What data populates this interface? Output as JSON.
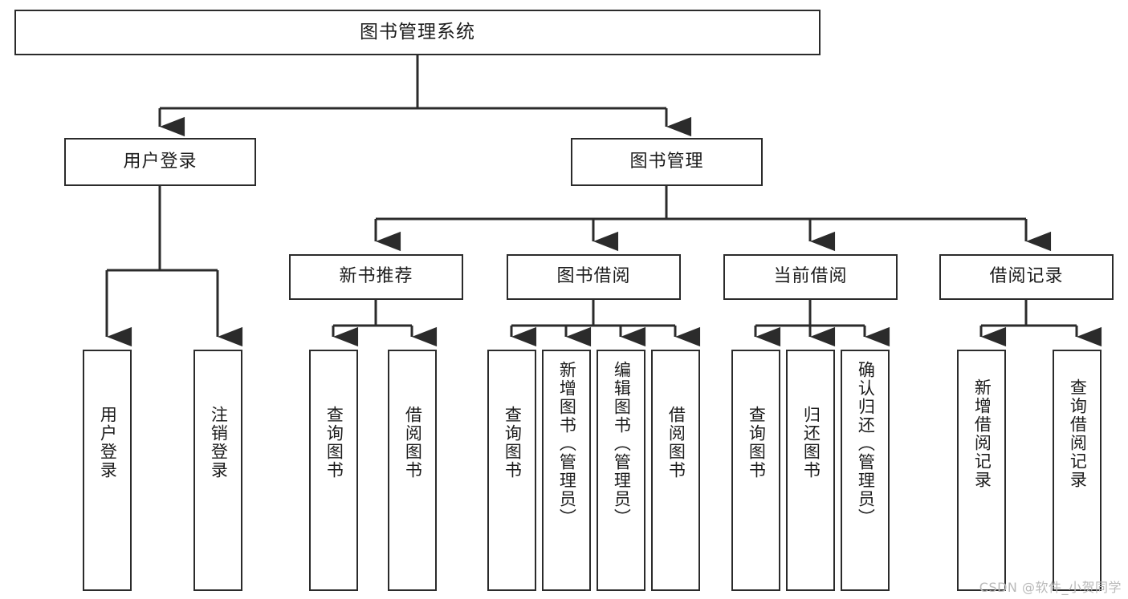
{
  "diagram": {
    "title": "图书管理系统",
    "type": "tree-hierarchy-chart",
    "watermark": "CSDN @软件_小贺同学",
    "colors": {
      "border": "#2b2b2b",
      "text": "#1c1c1c",
      "background": "#ffffff",
      "watermark": "#b9b9b9"
    },
    "root": {
      "label": "图书管理系统"
    },
    "level1": [
      {
        "label": "用户登录"
      },
      {
        "label": "图书管理"
      }
    ],
    "level2": [
      {
        "label": "新书推荐"
      },
      {
        "label": "图书借阅"
      },
      {
        "label": "当前借阅"
      },
      {
        "label": "借阅记录"
      }
    ],
    "leaves": {
      "user_login": [
        {
          "label": "用户登录"
        },
        {
          "label": "注销登录"
        }
      ],
      "new_book_recommend": [
        {
          "label": "查询图书"
        },
        {
          "label": "借阅图书"
        }
      ],
      "book_borrow": [
        {
          "label": "查询图书"
        },
        {
          "label": "新增图书（管理员）"
        },
        {
          "label": "编辑图书（管理员）"
        },
        {
          "label": "借阅图书"
        }
      ],
      "current_borrow": [
        {
          "label": "查询图书"
        },
        {
          "label": "归还图书"
        },
        {
          "label": "确认归还（管理员）"
        }
      ],
      "borrow_record": [
        {
          "label": "新增借阅记录"
        },
        {
          "label": "查询借阅记录"
        }
      ]
    }
  }
}
